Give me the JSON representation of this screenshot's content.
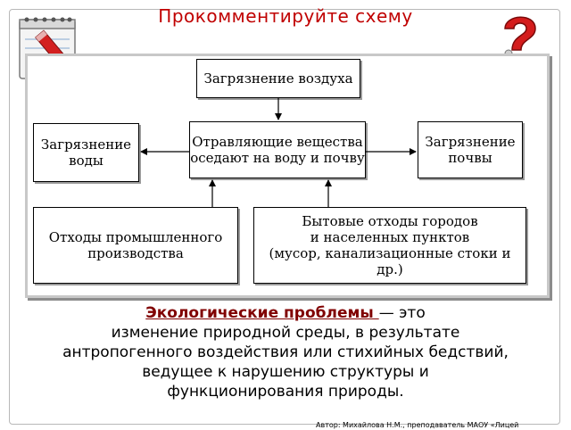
{
  "slide": {
    "title": "Прокомментируйте схему",
    "author": "Автор: Михайлова Н.М., преподаватель МАОУ «Лицей"
  },
  "icons": {
    "left": "notepad-pencil-icon",
    "right": "question-mark-figure-icon",
    "accent_color": "#c00000"
  },
  "diagram": {
    "air": "Загрязнение воздуха",
    "poison": "Отравляющие вещества\nоседают на воду и почву",
    "water": "Загрязнение\nводы",
    "soil": "Загрязнение\nпочвы",
    "industrial": "Отходы промышленного\nпроизводства",
    "household": "Бытовые отходы городов\nи населенных пунктов\n(мусор, канализационные стоки и др.)"
  },
  "definition": {
    "term": "Экологические проблемы ",
    "dash": "— это",
    "body": "изменение природной среды, в результате\nантропогенного воздействия или стихийных бедствий,\nведущее к нарушению структуры и\nфункционирования природы."
  }
}
